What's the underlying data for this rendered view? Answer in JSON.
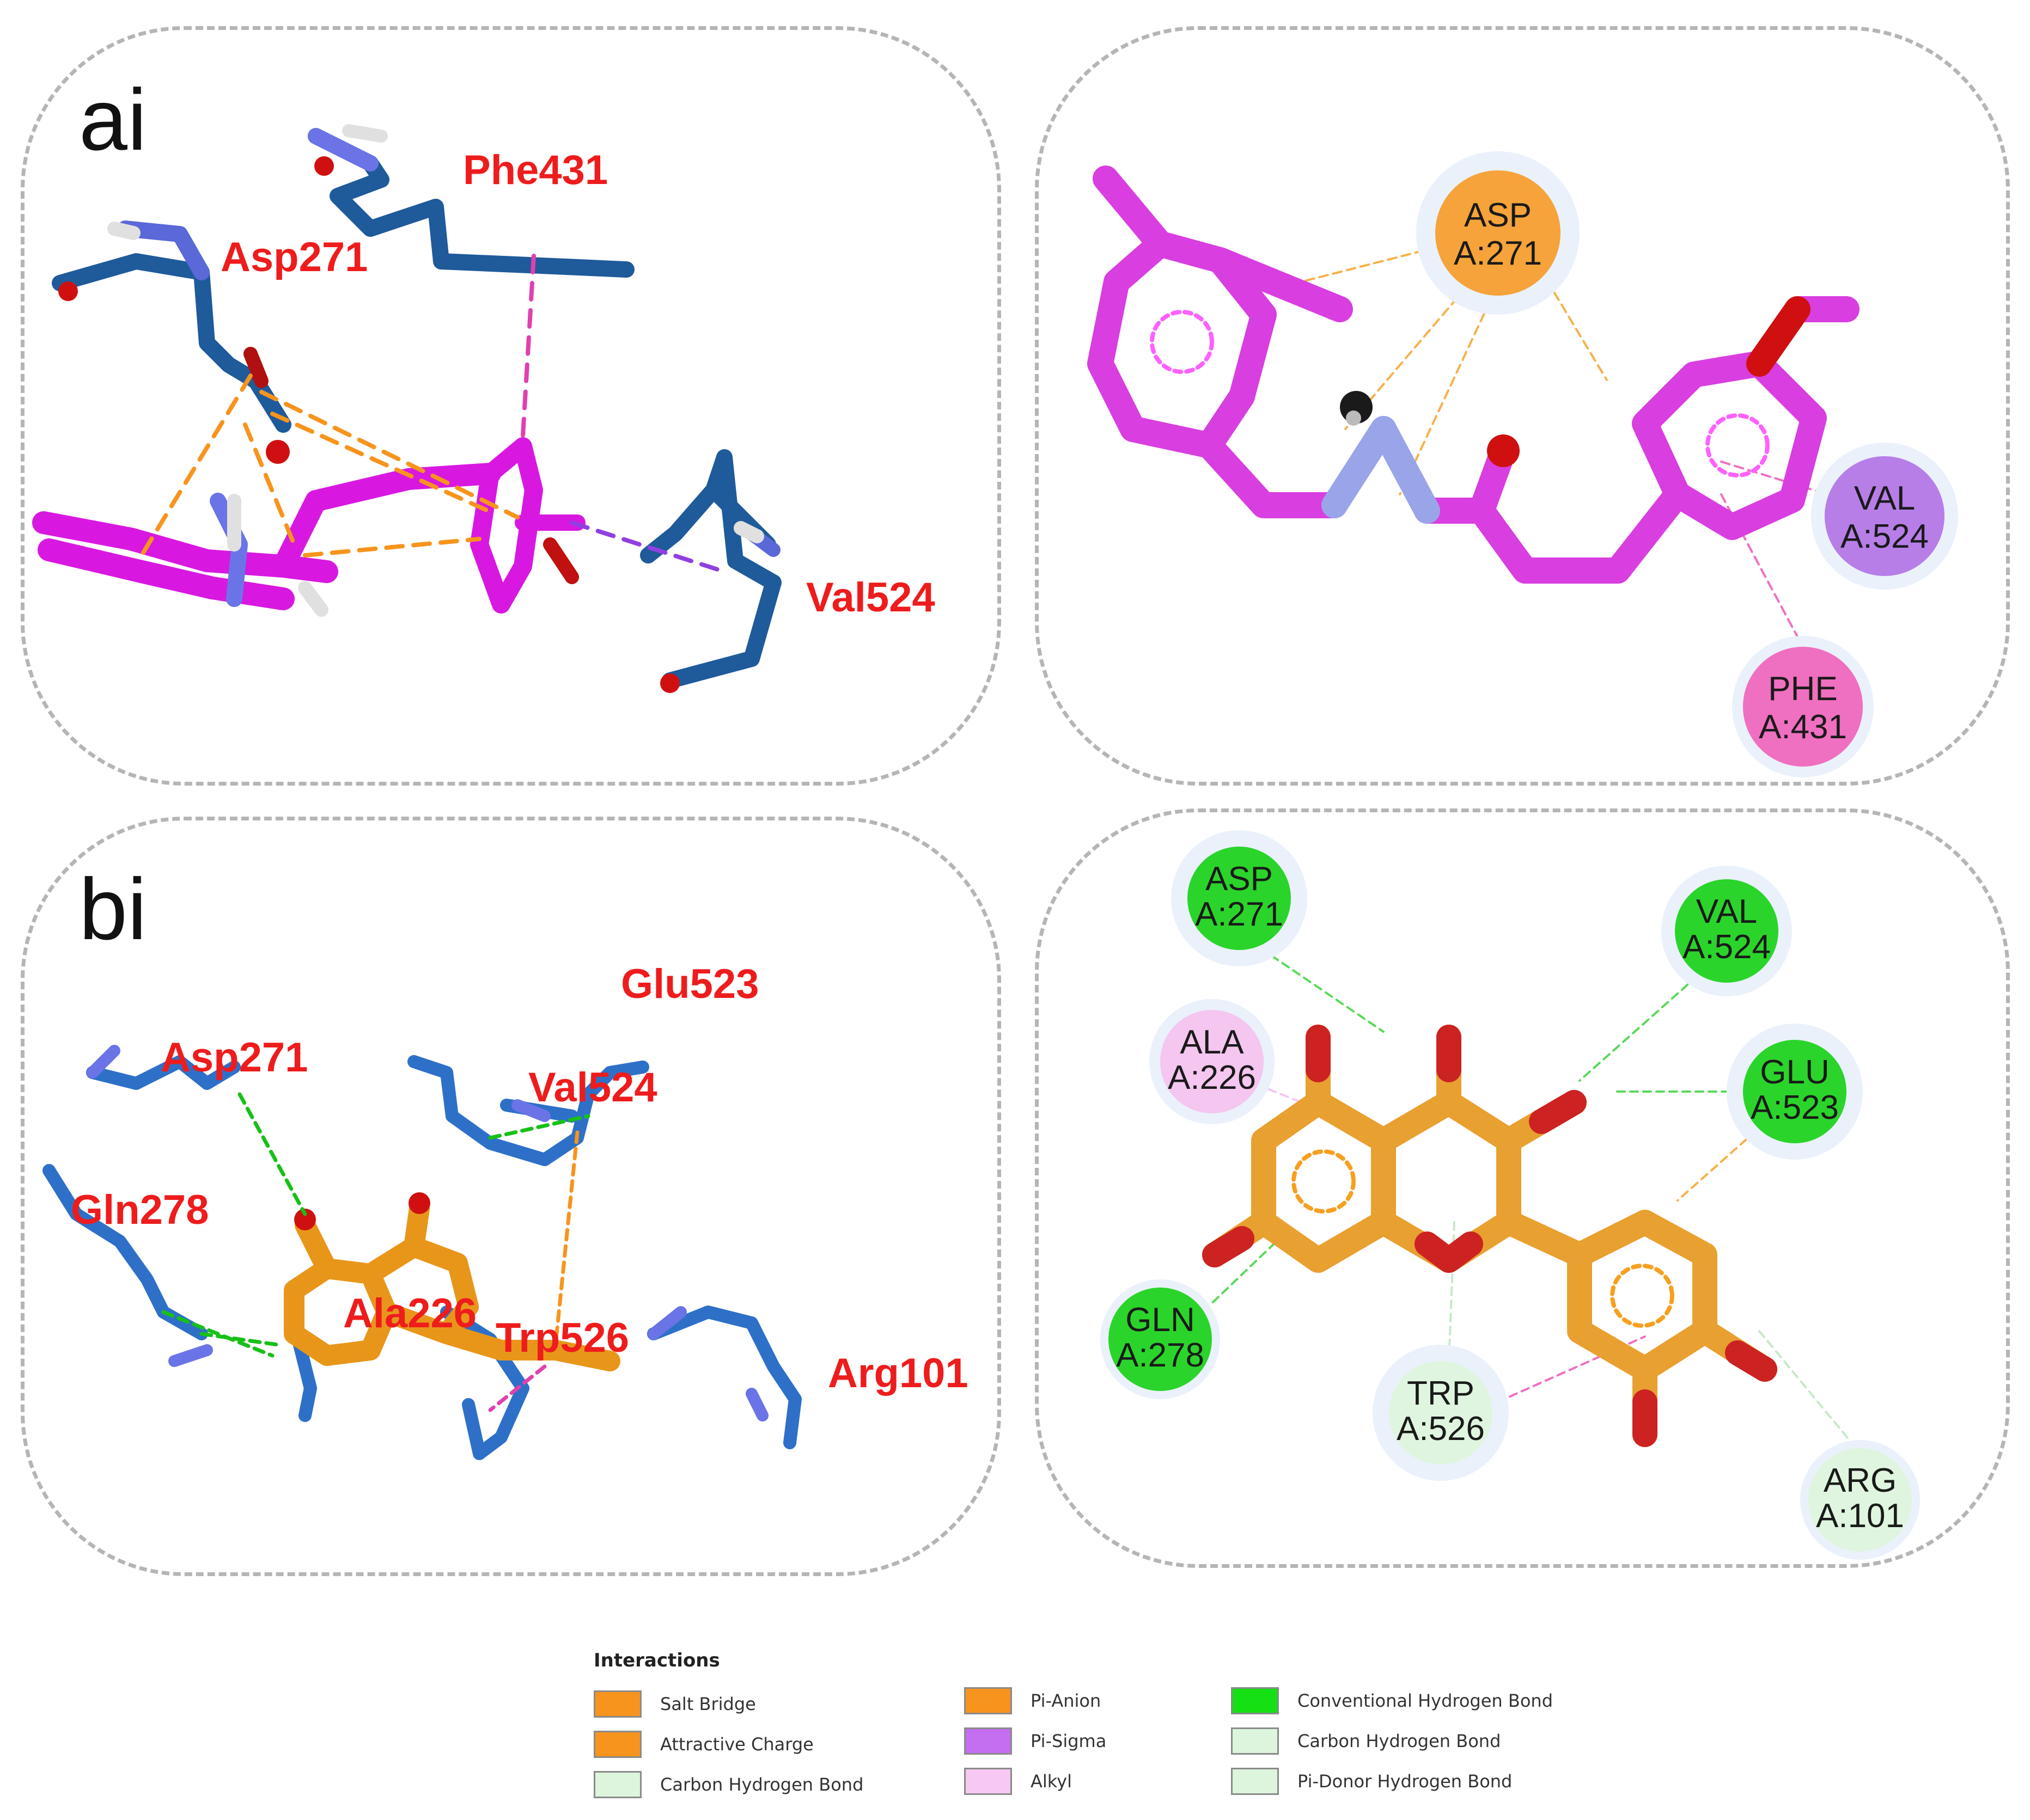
{
  "panel_labels": {
    "ai": "ai",
    "bi": "bi"
  },
  "panel_ai": {
    "residues": [
      {
        "label": "Phe431"
      },
      {
        "label": "Asp271"
      },
      {
        "label": "Val524"
      }
    ]
  },
  "panel_aii": {
    "nodes": [
      {
        "line1": "ASP",
        "line2": "A:271",
        "color": "#f5a33a"
      },
      {
        "line1": "VAL",
        "line2": "A:524",
        "color": "#b77ee8"
      },
      {
        "line1": "PHE",
        "line2": "A:431",
        "color": "#ef6fc0"
      }
    ]
  },
  "panel_bi": {
    "residues": [
      {
        "label": "Glu523"
      },
      {
        "label": "Asp271"
      },
      {
        "label": "Val524"
      },
      {
        "label": "Gln278"
      },
      {
        "label": "Ala226"
      },
      {
        "label": "Trp526"
      },
      {
        "label": "Arg101"
      }
    ]
  },
  "panel_bii": {
    "nodes": [
      {
        "line1": "ASP",
        "line2": "A:271",
        "color": "#2bd42b"
      },
      {
        "line1": "VAL",
        "line2": "A:524",
        "color": "#2bd42b"
      },
      {
        "line1": "ALA",
        "line2": "A:226",
        "color": "#f4c6f0"
      },
      {
        "line1": "GLU",
        "line2": "A:523",
        "color": "#2bd42b"
      },
      {
        "line1": "GLN",
        "line2": "A:278",
        "color": "#2bd42b"
      },
      {
        "line1": "TRP",
        "line2": "A:526",
        "color": "#dff5df"
      },
      {
        "line1": "ARG",
        "line2": "A:101",
        "color": "#dff5df"
      }
    ]
  },
  "legend": {
    "title": "Interactions",
    "items": [
      {
        "label": "Salt Bridge",
        "color": "#f7941d"
      },
      {
        "label": "Attractive Charge",
        "color": "#f7941d"
      },
      {
        "label": "Carbon Hydrogen Bond",
        "color": "#dcf5dc"
      },
      {
        "label": "Pi-Anion",
        "color": "#f7941d"
      },
      {
        "label": "Pi-Sigma",
        "color": "#c46ef0"
      },
      {
        "label": "Alkyl",
        "color": "#f7c8f2"
      },
      {
        "label": "Conventional Hydrogen Bond",
        "color": "#14e014"
      },
      {
        "label": "Carbon Hydrogen Bond",
        "color": "#dcf5dc"
      },
      {
        "label": "Pi-Donor Hydrogen Bond",
        "color": "#dcf5dc"
      }
    ]
  }
}
